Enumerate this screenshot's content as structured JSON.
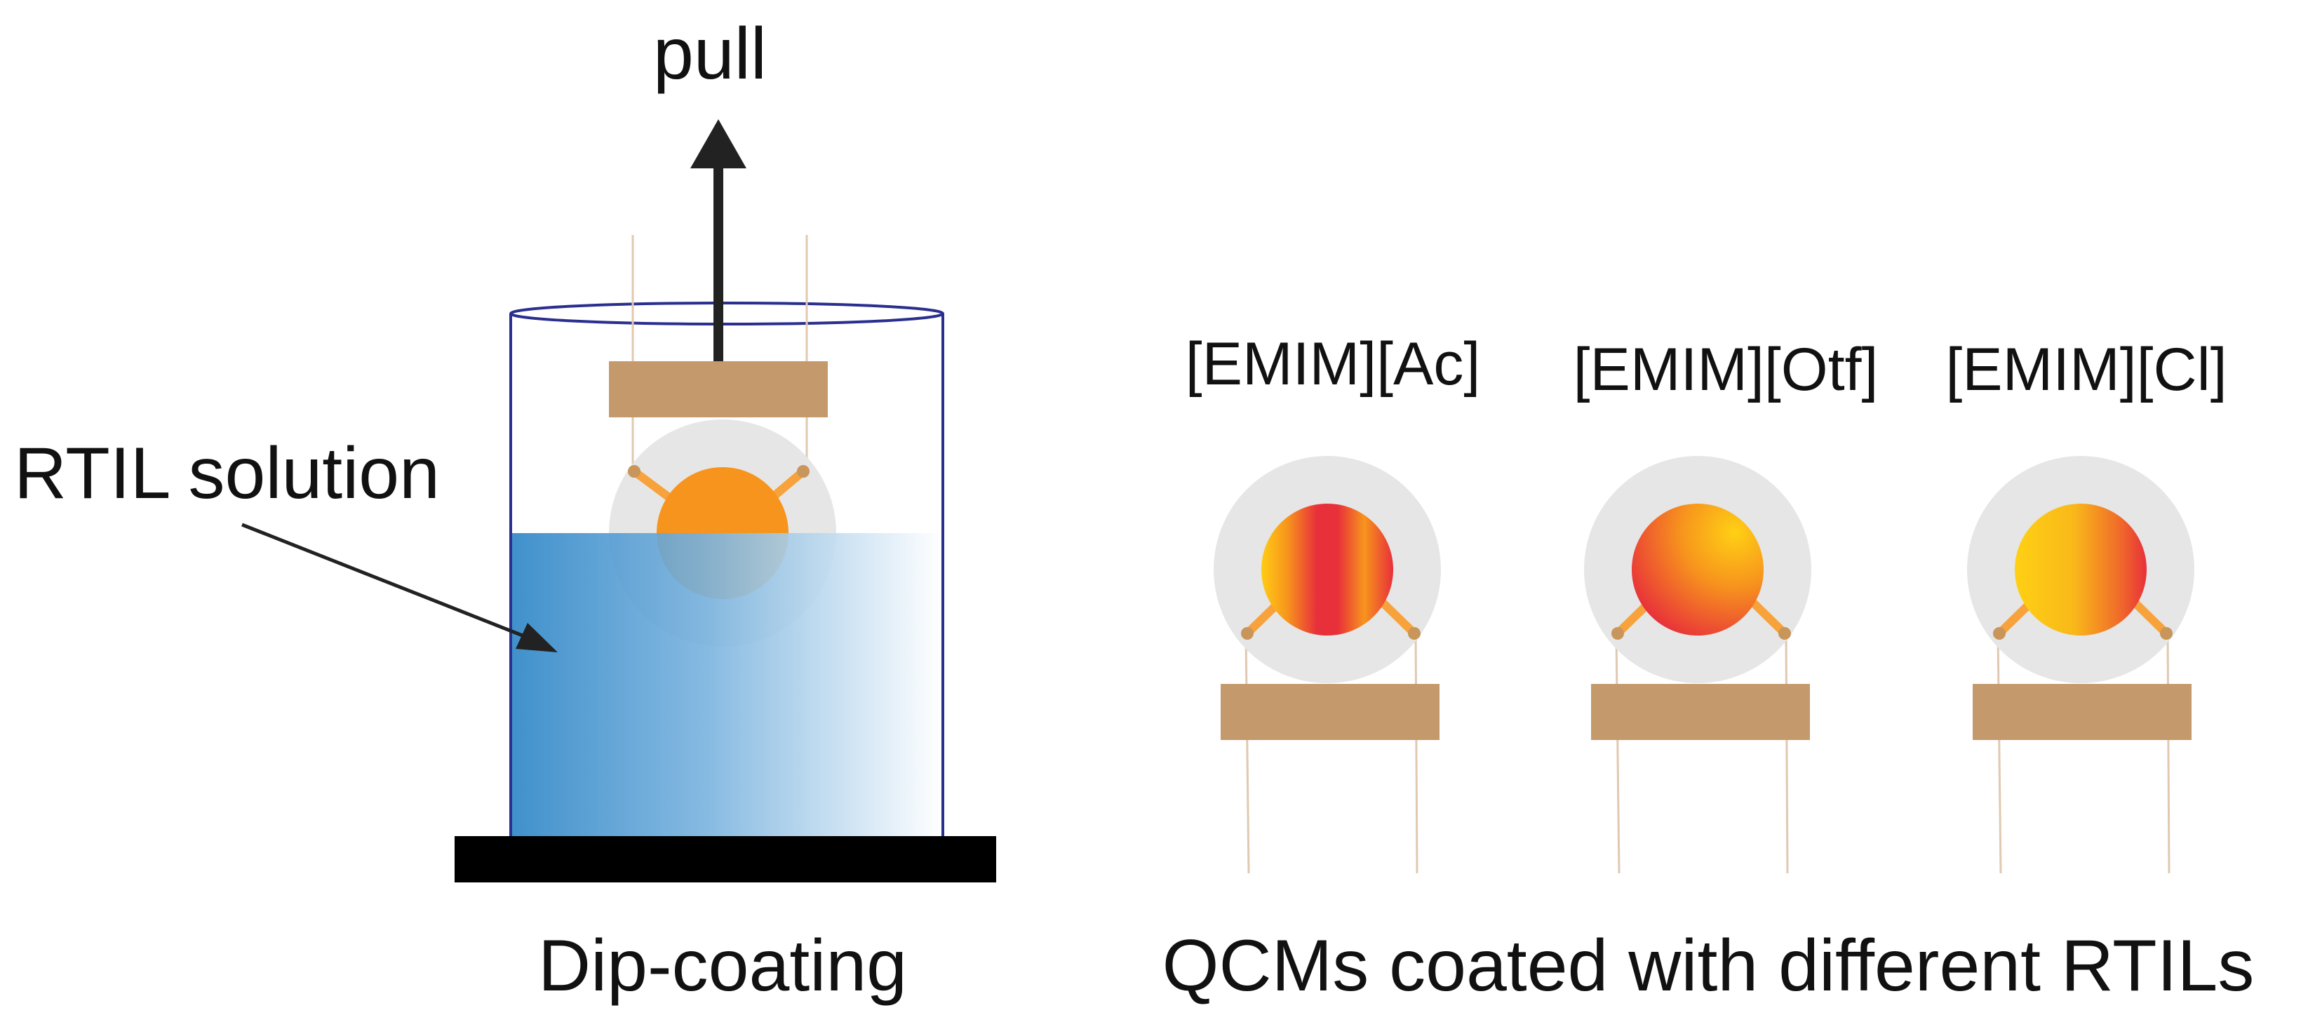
{
  "labels": {
    "pull": "pull",
    "rtil_solution": "RTIL solution",
    "dip_coating": "Dip-coating",
    "qcms_caption": "QCMs coated with different RTILs"
  },
  "sensors": [
    {
      "name": "[EMIM][Ac]"
    },
    {
      "name": "[EMIM][Otf]"
    },
    {
      "name": "[EMIM][Cl]"
    }
  ],
  "colors": {
    "beaker_outline": "#2a2f8f",
    "solution_dark": "#2b84c6",
    "solution_light": "#ffffff",
    "holder": "#c49a6c",
    "base": "#000000",
    "arrow": "#222222",
    "crystal_orange": "#f7941d",
    "halo": "#e6e6e6",
    "red": "#e8303a",
    "yellow": "#ffcc14",
    "wire": "#e0c9b0",
    "lead": "#f7a23b",
    "lead_dot": "#c8955a"
  },
  "icons": {
    "pull_arrow": "up-arrow-icon",
    "pointer_arrow": "pointer-arrow-icon"
  }
}
